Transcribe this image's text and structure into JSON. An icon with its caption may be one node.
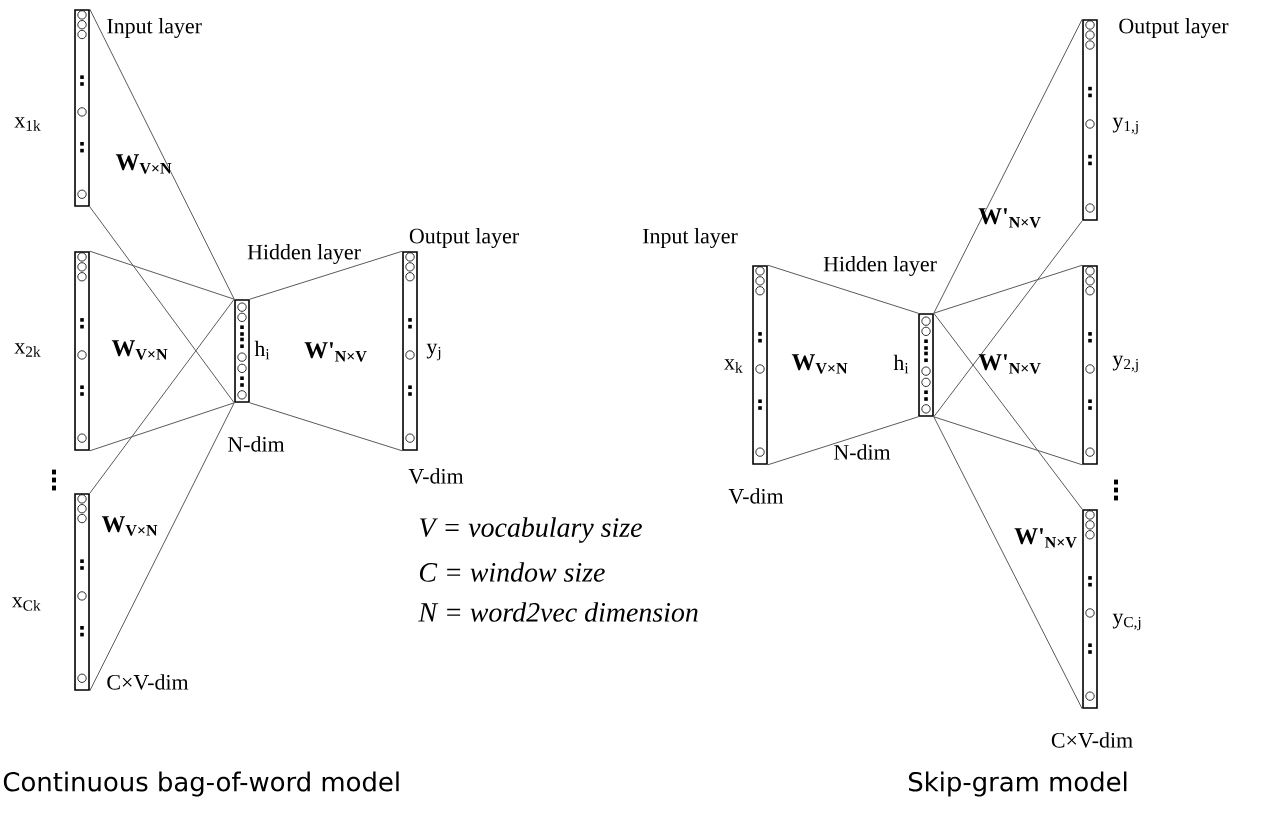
{
  "diagram": {
    "nodes": [
      {
        "text": [],
        "shape": "bar",
        "beside": [
          "Input layer",
          "x$_{1k}$"
        ]
      },
      {
        "text": [],
        "shape": "bar",
        "beside": [
          "x$_{2k}$"
        ]
      },
      {
        "text": [],
        "shape": "bar",
        "beside": [
          "x$_{Ck}$",
          "C×V-dim"
        ]
      },
      {
        "text": [],
        "shape": "bar",
        "beside": [
          "Hidden layer",
          "h$_{i}$",
          "N-dim"
        ]
      },
      {
        "text": [],
        "shape": "bar",
        "beside": [
          "Output layer",
          "y$_{j}$",
          "V-dim"
        ]
      },
      {
        "text": [],
        "shape": "bar",
        "beside": [
          "Input layer",
          "x$_{k}$",
          "V-dim"
        ]
      },
      {
        "text": [],
        "shape": "bar",
        "beside": [
          "Hidden layer",
          "h$_{i}$",
          "N-dim"
        ]
      },
      {
        "text": [],
        "shape": "bar",
        "beside": [
          "Output layer",
          "y$_{1,j}$"
        ]
      },
      {
        "text": [],
        "shape": "bar",
        "beside": [
          "y$_{2,j}$"
        ]
      },
      {
        "text": [],
        "shape": "bar",
        "beside": [
          "y$_{C,j}$",
          "C×V-dim"
        ]
      }
    ],
    "edges": [
      {
        "from": 0,
        "to": 3,
        "arrow": "none"
      },
      {
        "from": 0,
        "to": 3,
        "arrow": "none"
      },
      {
        "from": 1,
        "to": 3,
        "arrow": "none"
      },
      {
        "from": 1,
        "to": 3,
        "arrow": "none"
      },
      {
        "from": 2,
        "to": 3,
        "arrow": "none"
      },
      {
        "from": 2,
        "to": 3,
        "arrow": "none"
      },
      {
        "from": 3,
        "to": 4,
        "arrow": "none"
      },
      {
        "from": 3,
        "to": 4,
        "arrow": "none"
      },
      {
        "from": 5,
        "to": 6,
        "arrow": "none"
      },
      {
        "from": 5,
        "to": 6,
        "arrow": "none"
      },
      {
        "from": 6,
        "to": 7,
        "arrow": "none"
      },
      {
        "from": 6,
        "to": 7,
        "arrow": "none"
      },
      {
        "from": 6,
        "to": 8,
        "arrow": "none"
      },
      {
        "from": 6,
        "to": 8,
        "arrow": "none"
      },
      {
        "from": 6,
        "to": 9,
        "arrow": "none"
      },
      {
        "from": 6,
        "to": 9,
        "arrow": "none"
      }
    ],
    "labels": [
      "W$_{V×N}$",
      "W'$_{N×V}$",
      "W$_{V×N}$",
      "W'$_{N×V}$",
      "W$_{V×N}$",
      "W'$_{N×V}$",
      "W'$_{N×V}$",
      "W$_{V×N}$",
      "V = vocabulary size",
      "C = window size",
      "N = word2vec dimension",
      "Continuous bag-of-word model",
      "Skip-gram model"
    ]
  }
}
